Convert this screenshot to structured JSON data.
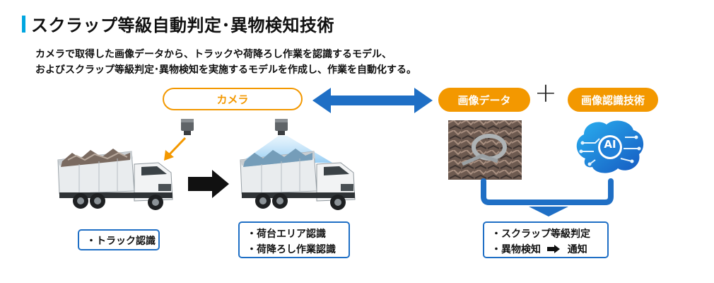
{
  "title": "スクラップ等級自動判定･異物検知技術",
  "description": {
    "line1": "カメラで取得した画像データから、トラックや荷降ろし作業を認識するモデル、",
    "line2": "およびスクラップ等級判定･異物検知を実施するモデルを作成し、作業を自動化する。"
  },
  "labels": {
    "camera": "カメラ",
    "image_data": "画像データ",
    "plus": "+",
    "image_recognition_tech": "画像認識技術",
    "ai": "AI"
  },
  "boxes": {
    "truck_recognition": [
      "・トラック認識"
    ],
    "loading": [
      "・荷台エリア認識",
      "・荷降ろし作業認識"
    ],
    "scrap": {
      "line1": "・スクラップ等級判定",
      "line2_a": "・異物検知",
      "line2_b": "通知"
    }
  },
  "colors": {
    "accent_orange": "#f39800",
    "accent_blue": "#1f6fc5",
    "title_bar": "#00a6e0"
  }
}
